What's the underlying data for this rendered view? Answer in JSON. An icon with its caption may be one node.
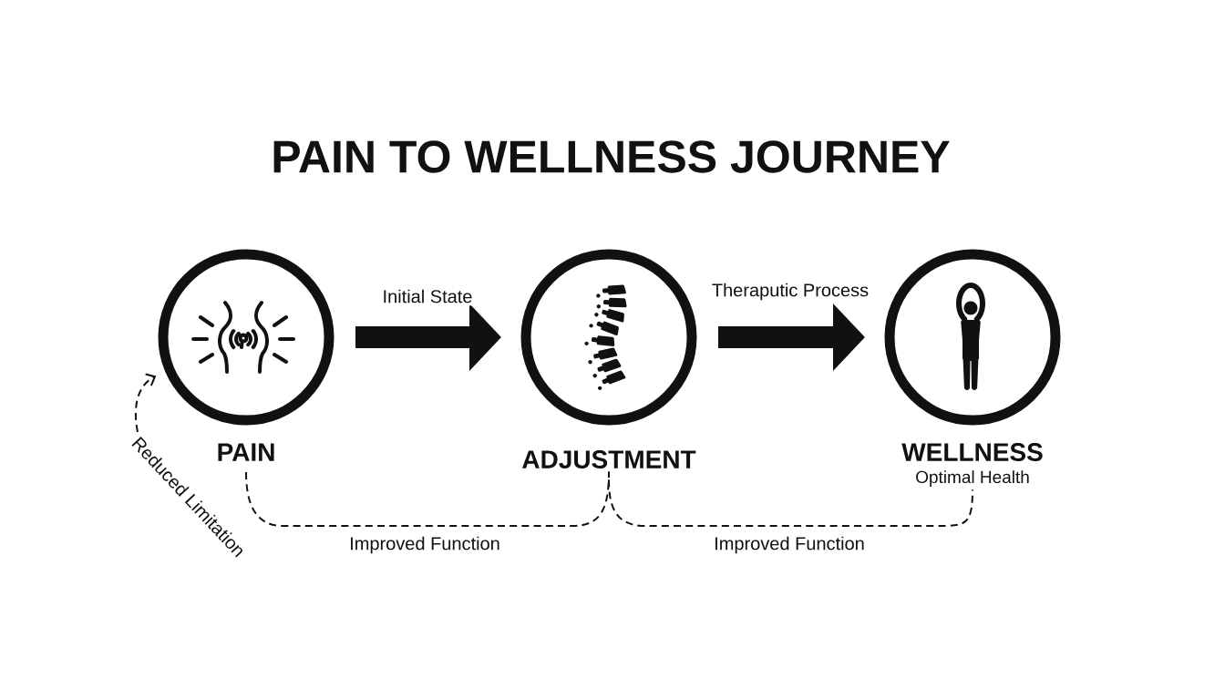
{
  "diagram": {
    "title": "PAIN TO WELLNESS JOURNEY",
    "nodes": [
      {
        "text": [
          "PAIN"
        ]
      },
      {
        "text": [
          "ADJUSTMENT"
        ]
      },
      {
        "text": [
          "WELLNESS",
          "Optimal Health"
        ]
      }
    ],
    "edges": [
      {
        "from": 0,
        "to": 1,
        "arrow": "to",
        "label": "Initial State",
        "style": "thick"
      },
      {
        "from": 1,
        "to": 2,
        "arrow": "to",
        "label": "Theraputic Process",
        "style": "thick"
      },
      {
        "from": 0,
        "to": 1,
        "arrow": "none",
        "label": "Improved Function",
        "style": "dashed"
      },
      {
        "from": 1,
        "to": 2,
        "arrow": "none",
        "label": "Improved Function",
        "style": "dashed"
      },
      {
        "from": null,
        "to": 0,
        "arrow": "to",
        "label": "Reduced Limitation",
        "style": "dashed"
      }
    ]
  }
}
